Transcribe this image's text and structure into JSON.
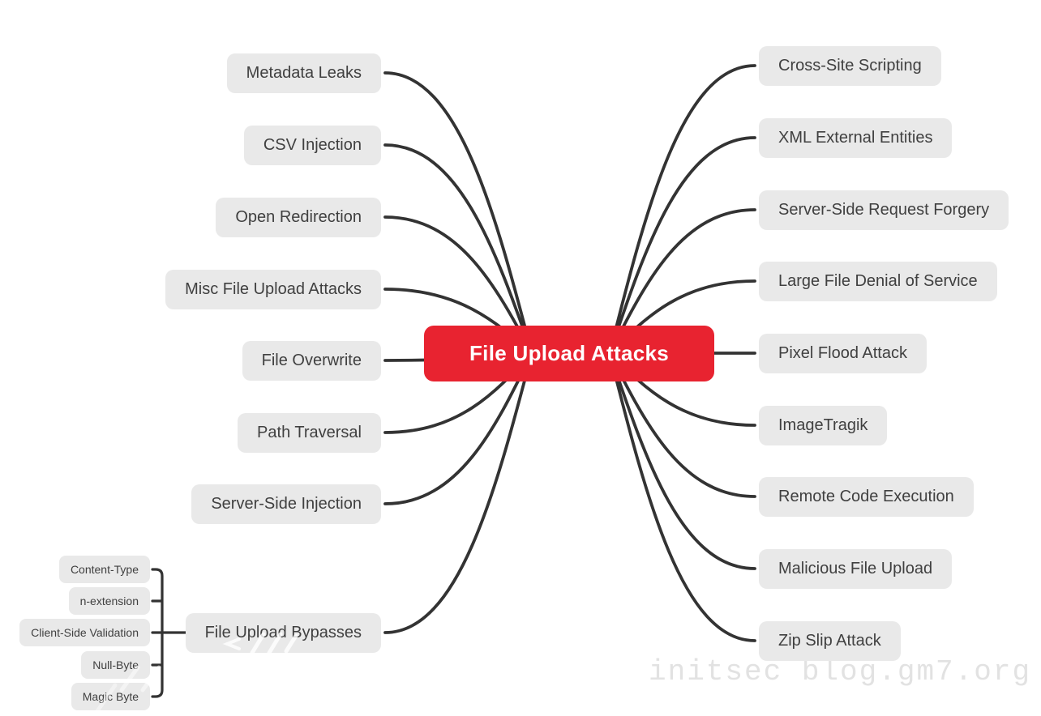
{
  "center": {
    "label": "File Upload Attacks"
  },
  "branches": {
    "left": [
      {
        "label": "Metadata Leaks"
      },
      {
        "label": "CSV Injection"
      },
      {
        "label": "Open Redirection"
      },
      {
        "label": "Misc File Upload Attacks"
      },
      {
        "label": "File Overwrite"
      },
      {
        "label": "Path Traversal"
      },
      {
        "label": "Server-Side Injection"
      },
      {
        "label": "File Upload Bypasses",
        "children": [
          {
            "label": "Content-Type"
          },
          {
            "label": "n-extension"
          },
          {
            "label": "Client-Side Validation"
          },
          {
            "label": "Null-Byte"
          },
          {
            "label": "Magic Byte"
          }
        ]
      }
    ],
    "right": [
      {
        "label": "Cross-Site Scripting"
      },
      {
        "label": "XML External Entities"
      },
      {
        "label": "Server-Side Request Forgery"
      },
      {
        "label": "Large File Denial of Service"
      },
      {
        "label": "Pixel Flood Attack"
      },
      {
        "label": "ImageTragik"
      },
      {
        "label": "Remote Code Execution"
      },
      {
        "label": "Malicious File Upload"
      },
      {
        "label": "Zip Slip Attack"
      }
    ]
  },
  "watermark": {
    "text": "initsec blog.gm7.org"
  },
  "colors": {
    "center_bg": "#E82330",
    "center_text": "#FFFFFF",
    "node_bg": "#E9E9E9",
    "node_text": "#404040",
    "line": "#333333",
    "watermark": "#E2E2E2"
  }
}
